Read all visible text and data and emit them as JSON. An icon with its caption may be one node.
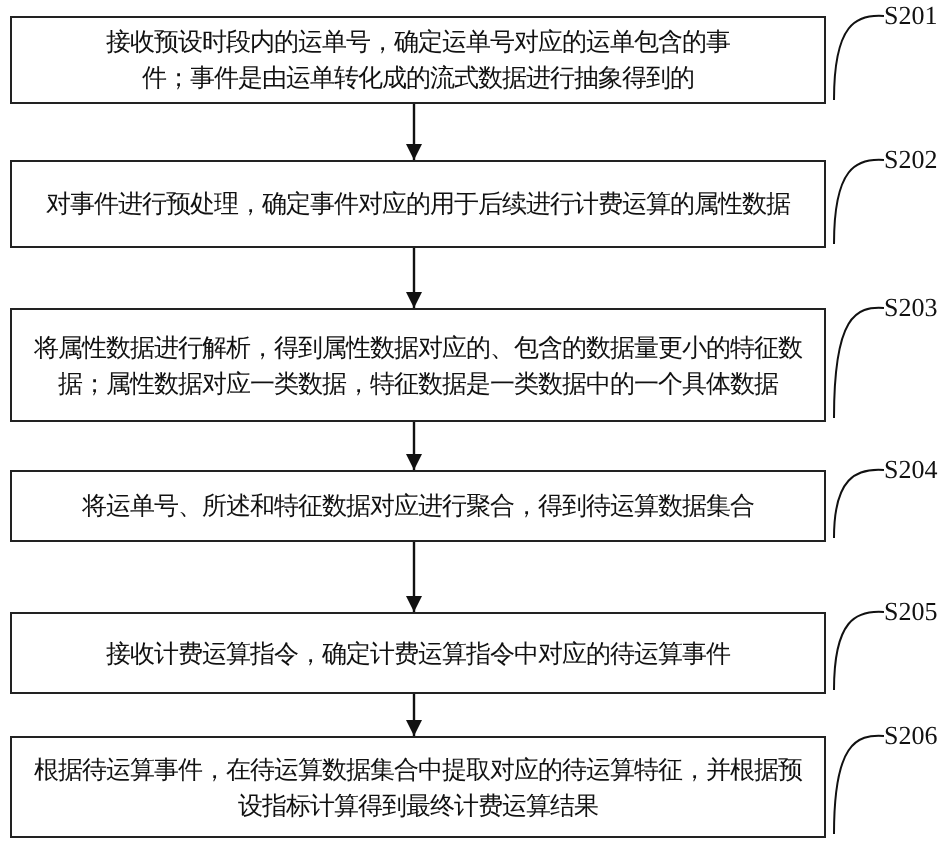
{
  "diagram": {
    "nodes": [
      {
        "text": [
          "接收预设时段内的运单号，确定运单号对应的运单包含的事件；事件是由运单转化成的流式数据进行抽象得到的"
        ]
      },
      {
        "text": [
          "对事件进行预处理，确定事件对应的用于后续进行计费运算的属性数据"
        ]
      },
      {
        "text": [
          "将属性数据进行解析，得到属性数据对应的、包含的数据量更小的特征数据；属性数据对应一类数据，特征数据是一类数据中的一个具体数据"
        ]
      },
      {
        "text": [
          "将运单号、所述和特征数据对应进行聚合，得到待运算数据集合"
        ]
      },
      {
        "text": [
          "接收计费运算指令，确定计费运算指令中对应的待运算事件"
        ]
      },
      {
        "text": [
          "根据待运算事件，在待运算数据集合中提取对应的待运算特征，并根据预设指标计算得到最终计费运算结果"
        ]
      },
      {
        "text": [
          "S201"
        ]
      },
      {
        "text": [
          "S202"
        ]
      },
      {
        "text": [
          "S203"
        ]
      },
      {
        "text": [
          "S204"
        ]
      },
      {
        "text": [
          "S205"
        ]
      },
      {
        "text": [
          "S206"
        ]
      }
    ],
    "edges": [
      {
        "from": 0,
        "to": 1,
        "arrow": "to"
      },
      {
        "from": 1,
        "to": 2,
        "arrow": "to"
      },
      {
        "from": 2,
        "to": 3,
        "arrow": "to"
      },
      {
        "from": 3,
        "to": 4,
        "arrow": "to"
      },
      {
        "from": 4,
        "to": 5,
        "arrow": "to"
      },
      {
        "from": 6,
        "to": 0,
        "arrow": "none"
      },
      {
        "from": 7,
        "to": 1,
        "arrow": "none"
      },
      {
        "from": 8,
        "to": 2,
        "arrow": "none"
      },
      {
        "from": 9,
        "to": 3,
        "arrow": "none"
      },
      {
        "from": 10,
        "to": 4,
        "arrow": "none"
      },
      {
        "from": 11,
        "to": 5,
        "arrow": "none"
      }
    ]
  }
}
